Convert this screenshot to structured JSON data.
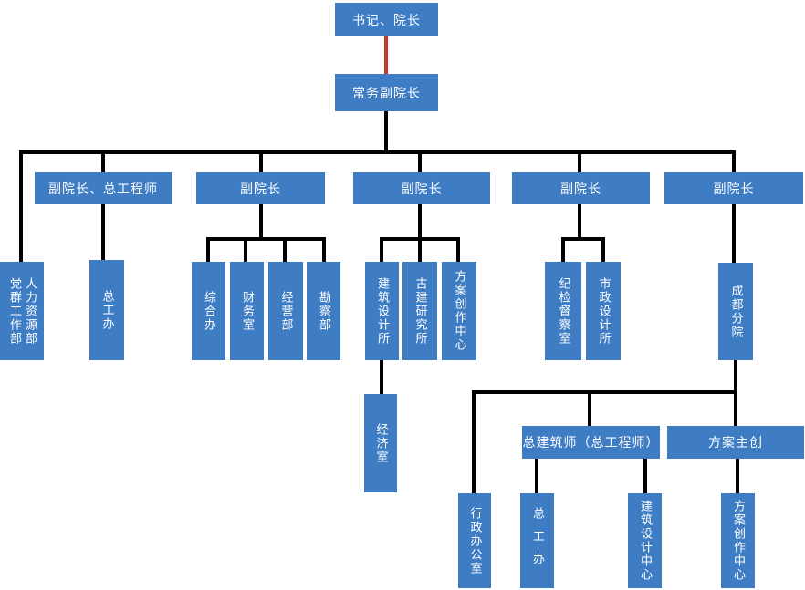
{
  "colors": {
    "node_fill": "#3E7CC4",
    "node_text": "#FFFFFF",
    "connector": "#000000",
    "connector_special": "#C0392B"
  },
  "nodes": [
    {
      "id": "secretary_president",
      "label": "书记、院长"
    },
    {
      "id": "executive_vice_president",
      "label": "常务副院长"
    },
    {
      "id": "vp_chief_engineer",
      "label": "副院长、总工程师"
    },
    {
      "id": "vp2",
      "label": "副院长"
    },
    {
      "id": "vp3",
      "label": "副院长"
    },
    {
      "id": "vp4",
      "label": "副院长"
    },
    {
      "id": "vp5",
      "label": "副院长"
    },
    {
      "id": "party_mass_hr",
      "label": "党群工作部",
      "label2": "人力资源部"
    },
    {
      "id": "chief_engineer_office",
      "label": "总工办"
    },
    {
      "id": "general_office",
      "label": "综合办"
    },
    {
      "id": "finance_office",
      "label": "财务室"
    },
    {
      "id": "business_dept",
      "label": "经营部"
    },
    {
      "id": "survey_dept",
      "label": "勘察部"
    },
    {
      "id": "arch_design_institute",
      "label": "建筑设计所"
    },
    {
      "id": "ancient_arch_institute",
      "label": "古建研究所"
    },
    {
      "id": "scheme_creation_center",
      "label": "方案创作中心"
    },
    {
      "id": "discipline_office",
      "label": "纪检督察室"
    },
    {
      "id": "municipal_design_institute",
      "label": "市政设计所"
    },
    {
      "id": "chengdu_branch",
      "label": "成都分院"
    },
    {
      "id": "economy_office",
      "label": "经济室"
    },
    {
      "id": "chief_architect",
      "label": "总建筑师（总工程师）"
    },
    {
      "id": "scheme_lead",
      "label": "方案主创"
    },
    {
      "id": "admin_office",
      "label": "行政办公室"
    },
    {
      "id": "chief_engineer_office_branch",
      "label": "总工办"
    },
    {
      "id": "arch_design_center",
      "label": "建筑设计中心"
    },
    {
      "id": "scheme_creation_center_branch",
      "label": "方案创作中心"
    }
  ],
  "edges": [
    [
      "secretary_president",
      "executive_vice_president"
    ],
    [
      "executive_vice_president",
      "party_mass_hr"
    ],
    [
      "executive_vice_president",
      "vp_chief_engineer"
    ],
    [
      "executive_vice_president",
      "vp2"
    ],
    [
      "executive_vice_president",
      "vp3"
    ],
    [
      "executive_vice_president",
      "vp4"
    ],
    [
      "executive_vice_president",
      "vp5"
    ],
    [
      "vp_chief_engineer",
      "chief_engineer_office"
    ],
    [
      "vp2",
      "general_office"
    ],
    [
      "vp2",
      "finance_office"
    ],
    [
      "vp2",
      "business_dept"
    ],
    [
      "vp2",
      "survey_dept"
    ],
    [
      "vp3",
      "arch_design_institute"
    ],
    [
      "vp3",
      "ancient_arch_institute"
    ],
    [
      "vp3",
      "scheme_creation_center"
    ],
    [
      "arch_design_institute",
      "economy_office"
    ],
    [
      "vp4",
      "discipline_office"
    ],
    [
      "vp4",
      "municipal_design_institute"
    ],
    [
      "vp5",
      "chengdu_branch"
    ],
    [
      "chengdu_branch",
      "admin_office"
    ],
    [
      "chengdu_branch",
      "chief_architect"
    ],
    [
      "chengdu_branch",
      "scheme_lead"
    ],
    [
      "chief_architect",
      "chief_engineer_office_branch"
    ],
    [
      "chief_architect",
      "arch_design_center"
    ],
    [
      "scheme_lead",
      "scheme_creation_center_branch"
    ]
  ]
}
